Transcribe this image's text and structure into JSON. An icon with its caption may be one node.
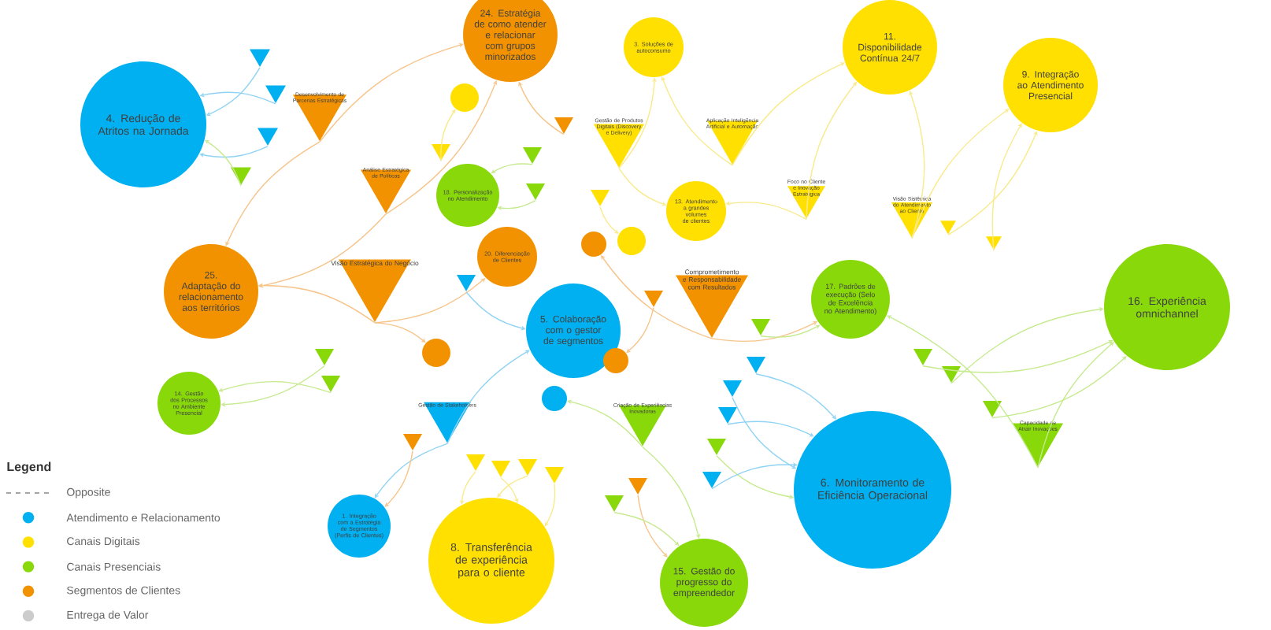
{
  "diagram": {
    "nodes": [
      {
        "text": [
          "4. Redução de Atritos na Jornada"
        ]
      },
      {
        "text": [
          "24. Estratégia de como atender e relacionar com grupos minorizados"
        ]
      },
      {
        "text": [
          "3. Soluções de autoconsumo"
        ]
      },
      {
        "text": [
          "11. Disponibilidade Contínua 24/7"
        ]
      },
      {
        "text": [
          "9. Integração ao Atendimento Presencial"
        ]
      },
      {
        "text": [
          "25. Adaptação do relacionamento aos territórios"
        ]
      },
      {
        "text": [
          "18. Personalização no Atendimento"
        ]
      },
      {
        "text": [
          "13. Atendimento a grandes volumes de clientes"
        ]
      },
      {
        "text": [
          "20. Diferenciação de Clientes"
        ]
      },
      {
        "text": [
          "5. Colaboração com o gestor de segmentos"
        ]
      },
      {
        "text": [
          "17. Padrões de execução (Selo de Excelência no Atendimento)"
        ]
      },
      {
        "text": [
          "16. Experiência omnichannel"
        ]
      },
      {
        "text": [
          "14. Gestão dos Processos no Ambiente Presencial"
        ]
      },
      {
        "text": [
          "1. Integração com a Estratégia de Segmentos (Perfis de Clientes)"
        ]
      },
      {
        "text": [
          "8. Transferência de experiência para o cliente"
        ]
      },
      {
        "text": [
          "6. Monitoramento de Eficiência Operacional"
        ]
      },
      {
        "text": [
          "15. Gestão do progresso do empreendedor"
        ]
      },
      {
        "text": [
          "Desenvolvimento de Parcerias Estratégicas"
        ]
      },
      {
        "text": [
          "Análise Estratégica de Políticas"
        ]
      },
      {
        "text": [
          "Visão Estratégica do Negócio"
        ]
      },
      {
        "text": [
          "Gestão de Produtos Digitais (Discovery e Delivery)"
        ]
      },
      {
        "text": [
          "Aplicação Inteligência Artificial e Automação"
        ]
      },
      {
        "text": [
          "Foco no Cliente e Inovação Estratégica"
        ]
      },
      {
        "text": [
          "Visão Sistêmica do Atendimento ao Cliente"
        ]
      },
      {
        "text": [
          "Comprometimento e Responsabilidade com Resultados"
        ]
      },
      {
        "text": [
          "Capacidade de Atrair Inovações"
        ]
      },
      {
        "text": [
          "Gestão de Stakeholders"
        ]
      },
      {
        "text": [
          "Criação de Experiências Inovadoras"
        ]
      },
      {
        "text": [],
        "shape": "triangle"
      },
      {
        "text": [],
        "shape": "triangle"
      },
      {
        "text": [],
        "shape": "triangle"
      },
      {
        "text": [],
        "shape": "triangle"
      },
      {
        "text": [],
        "shape": "circle"
      },
      {
        "text": [],
        "shape": "triangle"
      },
      {
        "text": [],
        "shape": "triangle"
      },
      {
        "text": [],
        "shape": "triangle"
      },
      {
        "text": [],
        "shape": "triangle"
      },
      {
        "text": [],
        "shape": "triangle"
      },
      {
        "text": [],
        "shape": "circle"
      },
      {
        "text": [],
        "shape": "circle"
      },
      {
        "text": [],
        "shape": "triangle"
      },
      {
        "text": [],
        "shape": "triangle"
      },
      {
        "text": [],
        "shape": "triangle"
      },
      {
        "text": [],
        "shape": "circle"
      },
      {
        "text": [],
        "shape": "triangle"
      },
      {
        "text": [],
        "shape": "circle"
      },
      {
        "text": [],
        "shape": "triangle"
      },
      {
        "text": [],
        "shape": "triangle"
      },
      {
        "text": [],
        "shape": "triangle"
      },
      {
        "text": [],
        "shape": "triangle"
      },
      {
        "text": [],
        "shape": "triangle"
      },
      {
        "text": [],
        "shape": "triangle"
      },
      {
        "text": [],
        "shape": "circle"
      },
      {
        "text": [],
        "shape": "triangle"
      },
      {
        "text": [],
        "shape": "triangle"
      },
      {
        "text": [],
        "shape": "triangle"
      },
      {
        "text": [],
        "shape": "triangle"
      },
      {
        "text": [],
        "shape": "triangle"
      },
      {
        "text": [],
        "shape": "triangle"
      },
      {
        "text": [],
        "shape": "triangle"
      },
      {
        "text": [],
        "shape": "triangle"
      },
      {
        "text": [],
        "shape": "triangle"
      },
      {
        "text": [],
        "shape": "triangle"
      },
      {
        "text": [],
        "shape": "triangle"
      },
      {
        "text": [],
        "shape": "triangle"
      }
    ],
    "edges": [
      {
        "from": 28,
        "to": 0,
        "arrow": "to",
        "color": "#8fd3f4"
      },
      {
        "from": 29,
        "to": 0,
        "arrow": "to",
        "color": "#8fd3f4"
      },
      {
        "from": 30,
        "to": 0,
        "arrow": "to",
        "color": "#8fd3f4"
      },
      {
        "from": 31,
        "to": 0,
        "arrow": "to",
        "color": "#c6ea8e"
      },
      {
        "from": 17,
        "to": 1,
        "arrow": "to",
        "color": "#f7c48a"
      },
      {
        "from": 18,
        "to": 1,
        "arrow": "to",
        "color": "#f7c48a"
      },
      {
        "from": 34,
        "to": 1,
        "arrow": "to",
        "color": "#f7c48a"
      },
      {
        "from": 17,
        "to": 5,
        "arrow": "to",
        "color": "#f7c48a"
      },
      {
        "from": 18,
        "to": 5,
        "arrow": "to",
        "color": "#f7c48a"
      },
      {
        "from": 19,
        "to": 5,
        "arrow": "to",
        "color": "#f7c48a"
      },
      {
        "from": 33,
        "to": 32,
        "arrow": "to",
        "color": "#f9ea8c"
      },
      {
        "from": 35,
        "to": 6,
        "arrow": "to",
        "color": "#c6ea8e"
      },
      {
        "from": 36,
        "to": 6,
        "arrow": "to",
        "color": "#c6ea8e"
      },
      {
        "from": 19,
        "to": 8,
        "arrow": "to",
        "color": "#f7c48a"
      },
      {
        "from": 19,
        "to": 43,
        "arrow": "to",
        "color": "#f7c48a"
      },
      {
        "from": 42,
        "to": 9,
        "arrow": "to",
        "color": "#8fd3f4"
      },
      {
        "from": 26,
        "to": 9,
        "arrow": "to",
        "color": "#8fd3f4"
      },
      {
        "from": 26,
        "to": 13,
        "arrow": "to",
        "color": "#8fd3f4"
      },
      {
        "from": 51,
        "to": 13,
        "arrow": "to",
        "color": "#f7c48a"
      },
      {
        "from": 20,
        "to": 2,
        "arrow": "to",
        "color": "#f9ea8c"
      },
      {
        "from": 21,
        "to": 2,
        "arrow": "to",
        "color": "#f9ea8c"
      },
      {
        "from": 20,
        "to": 7,
        "arrow": "to",
        "color": "#f9ea8c"
      },
      {
        "from": 21,
        "to": 3,
        "arrow": "to",
        "color": "#f9ea8c"
      },
      {
        "from": 22,
        "to": 7,
        "arrow": "to",
        "color": "#f9ea8c"
      },
      {
        "from": 22,
        "to": 3,
        "arrow": "to",
        "color": "#f9ea8c"
      },
      {
        "from": 23,
        "to": 3,
        "arrow": "to",
        "color": "#f9ea8c"
      },
      {
        "from": 23,
        "to": 4,
        "arrow": "to",
        "color": "#f9ea8c"
      },
      {
        "from": 40,
        "to": 4,
        "arrow": "to",
        "color": "#f9ea8c"
      },
      {
        "from": 41,
        "to": 4,
        "arrow": "to",
        "color": "#f9ea8c"
      },
      {
        "from": 37,
        "to": 38,
        "arrow": "to",
        "color": "#f9ea8c"
      },
      {
        "from": 24,
        "to": 39,
        "arrow": "to",
        "color": "#f7c48a"
      },
      {
        "from": 24,
        "to": 10,
        "arrow": "to",
        "color": "#f7c48a"
      },
      {
        "from": 44,
        "to": 45,
        "arrow": "to",
        "color": "#f7c48a"
      },
      {
        "from": 46,
        "to": 11,
        "arrow": "to",
        "color": "#c6ea8e"
      },
      {
        "from": 47,
        "to": 11,
        "arrow": "to",
        "color": "#c6ea8e"
      },
      {
        "from": 48,
        "to": 11,
        "arrow": "to",
        "color": "#c6ea8e"
      },
      {
        "from": 25,
        "to": 11,
        "arrow": "to",
        "color": "#c6ea8e"
      },
      {
        "from": 25,
        "to": 10,
        "arrow": "to",
        "color": "#c6ea8e"
      },
      {
        "from": 49,
        "to": 12,
        "arrow": "to",
        "color": "#c6ea8e"
      },
      {
        "from": 50,
        "to": 12,
        "arrow": "to",
        "color": "#c6ea8e"
      },
      {
        "from": 53,
        "to": 15,
        "arrow": "to",
        "color": "#8fd3f4"
      },
      {
        "from": 54,
        "to": 15,
        "arrow": "to",
        "color": "#8fd3f4"
      },
      {
        "from": 55,
        "to": 15,
        "arrow": "to",
        "color": "#8fd3f4"
      },
      {
        "from": 56,
        "to": 15,
        "arrow": "to",
        "color": "#c6ea8e"
      },
      {
        "from": 57,
        "to": 15,
        "arrow": "to",
        "color": "#8fd3f4"
      },
      {
        "from": 27,
        "to": 52,
        "arrow": "to",
        "color": "#c6ea8e"
      },
      {
        "from": 27,
        "to": 16,
        "arrow": "to",
        "color": "#c6ea8e"
      },
      {
        "from": 58,
        "to": 14,
        "arrow": "to",
        "color": "#f9ea8c"
      },
      {
        "from": 59,
        "to": 14,
        "arrow": "to",
        "color": "#f9ea8c"
      },
      {
        "from": 60,
        "to": 14,
        "arrow": "to",
        "color": "#f9ea8c"
      },
      {
        "from": 61,
        "to": 14,
        "arrow": "to",
        "color": "#f9ea8c"
      },
      {
        "from": 62,
        "to": 16,
        "arrow": "to",
        "color": "#f7c48a"
      },
      {
        "from": 63,
        "to": 16,
        "arrow": "to",
        "color": "#c6ea8e"
      },
      {
        "from": 64,
        "to": 10,
        "arrow": "to",
        "color": "#c6ea8e"
      }
    ],
    "labels": [
      "Legend"
    ],
    "legend": [
      {
        "text": "Opposite"
      },
      {
        "text": "Atendimento e Relacionamento",
        "color": "#00b0f0"
      },
      {
        "text": "Canais Digitais",
        "color": "#ffe000"
      },
      {
        "text": "Canais Presenciais",
        "color": "#88d80a"
      },
      {
        "text": "Segmentos de Clientes",
        "color": "#f39200"
      },
      {
        "text": "Entrega de Valor",
        "color": "#cccccc"
      }
    ]
  }
}
